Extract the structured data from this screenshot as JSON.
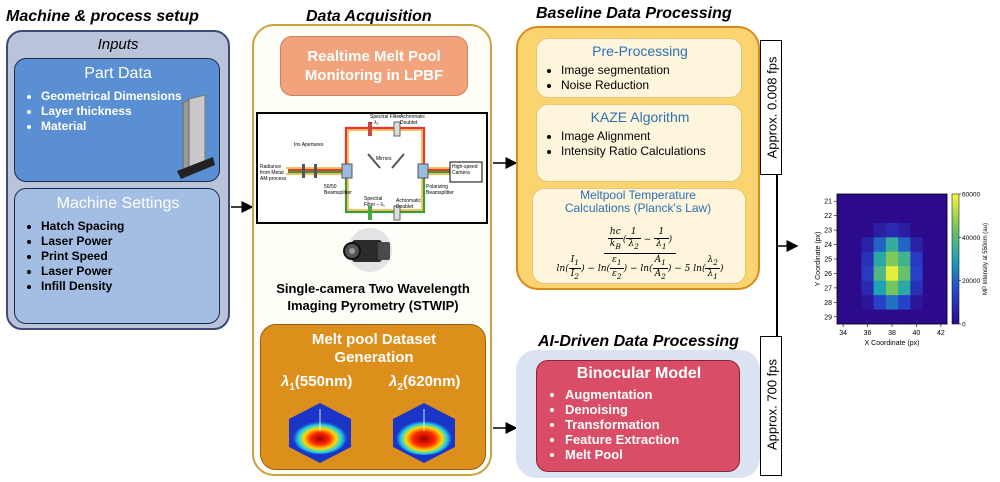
{
  "setup": {
    "heading": "Machine & process setup",
    "inputs_title": "Inputs",
    "part_data": {
      "title": "Part Data",
      "items": [
        "Geometrical Dimensions",
        "Layer thickness",
        "Material"
      ]
    },
    "machine_settings": {
      "title": "Machine Settings",
      "items": [
        "Hatch Spacing",
        "Laser Power",
        "Print Speed",
        "Laser Power",
        "Infill Density"
      ]
    }
  },
  "acquisition": {
    "heading": "Data Acquisition",
    "realtime_title": "Realtime Melt Pool Monitoring in LPBF",
    "optics_labels": {
      "spectral_filter_top": "Spectral Filter – λ₂",
      "achromatic_doublet_top": "Achromatic Doublet",
      "iris_apertures": "Iris Apertures",
      "radiance": "Radiance from Metal AM process",
      "mirrors": "Mirrors",
      "high_speed_camera": "High-speed Camera",
      "beamsplitter_5050": "50/50 Beamsplitter",
      "polarizing_beamsplitter": "Polarizing Beamsplitter",
      "spectral_filter_bottom": "Spectral Filter – λ₁",
      "achromatic_doublet_bottom": "Achromatic Doublet"
    },
    "camera_icon": "camera-icon",
    "stwip_title": "Single-camera Two Wavelength Imaging Pyrometry (STWIP)",
    "dataset_title": "Melt pool Dataset Generation",
    "lambda1": {
      "symbol": "λ",
      "sub": "1",
      "text": "(550nm)"
    },
    "lambda2": {
      "symbol": "λ",
      "sub": "2",
      "text": "(620nm)"
    }
  },
  "baseline": {
    "heading": "Baseline Data Processing",
    "preprocessing": {
      "title": "Pre-Processing",
      "items": [
        "Image segmentation",
        "Noise Reduction"
      ]
    },
    "kaze": {
      "title": "KAZE Algorithm",
      "items": [
        "Image Alignment",
        "Intensity Ratio Calculations"
      ]
    },
    "meltpool_temp": {
      "title": "Meltpool Temperature Calculations (Planck's Law)"
    },
    "fps": "Approx. 0.008 fps"
  },
  "ai": {
    "heading": "AI-Driven Data Processing",
    "binocular": {
      "title": "Binocular Model",
      "items": [
        "Augmentation",
        "Denoising",
        "Transformation",
        "Feature Extraction",
        "Melt Pool"
      ]
    },
    "fps": "Approx. 700 fps"
  },
  "heatmap": {
    "colors": {
      "low": "#2c0a8c",
      "mid": "#1ea3b2",
      "high": "#f7f53a"
    }
  },
  "chart_data": {
    "type": "heatmap",
    "xlabel": "X Coordinate (px)",
    "ylabel": "Y Coordinate (px)",
    "colorbar_label": "MP Intensity at 550nm (au)",
    "x_ticks": [
      34,
      36,
      38,
      40,
      42
    ],
    "y_ticks": [
      21,
      22,
      23,
      24,
      25,
      26,
      27,
      28,
      29
    ],
    "colorbar_ticks": [
      0,
      20000,
      40000,
      60000
    ],
    "xlim": [
      34,
      42
    ],
    "ylim": [
      21,
      29
    ],
    "zlim": [
      0,
      60000
    ],
    "x_centers": [
      34,
      35,
      36,
      37,
      38,
      39,
      40,
      41,
      42
    ],
    "y_centers": [
      21,
      22,
      23,
      24,
      25,
      26,
      27,
      28,
      29
    ],
    "values": [
      [
        0,
        0,
        0,
        0,
        0,
        0,
        0,
        0,
        0
      ],
      [
        0,
        0,
        0,
        0,
        0,
        0,
        0,
        0,
        0
      ],
      [
        0,
        0,
        0,
        5000,
        8000,
        5000,
        0,
        0,
        0
      ],
      [
        0,
        0,
        6000,
        20000,
        34000,
        20000,
        6000,
        0,
        0
      ],
      [
        0,
        0,
        10000,
        32000,
        46000,
        36000,
        12000,
        0,
        0
      ],
      [
        0,
        0,
        12000,
        38000,
        58000,
        42000,
        14000,
        0,
        0
      ],
      [
        0,
        0,
        8000,
        30000,
        44000,
        32000,
        10000,
        0,
        0
      ],
      [
        0,
        0,
        3000,
        14000,
        22000,
        14000,
        3000,
        0,
        0
      ],
      [
        0,
        0,
        0,
        0,
        0,
        0,
        0,
        0,
        0
      ]
    ]
  }
}
